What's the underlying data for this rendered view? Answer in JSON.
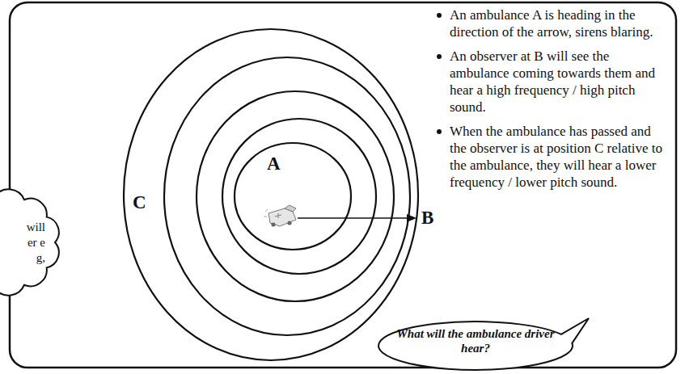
{
  "diagram": {
    "nodes": [
      {
        "text": [
          "What will the ambulance driver hear?"
        ]
      },
      {
        "text": [
          "will er e g,"
        ]
      }
    ],
    "labels": [
      "A",
      "B",
      "C",
      "An ambulance A is heading in the direction of the arrow, sirens blaring.",
      "An observer at B will see the ambulance coming towards them and hear a high frequency / high pitch sound.",
      "When the ambulance has passed and the observer is at position C relative to the ambulance, they will hear a lower frequency / lower pitch sound."
    ]
  }
}
